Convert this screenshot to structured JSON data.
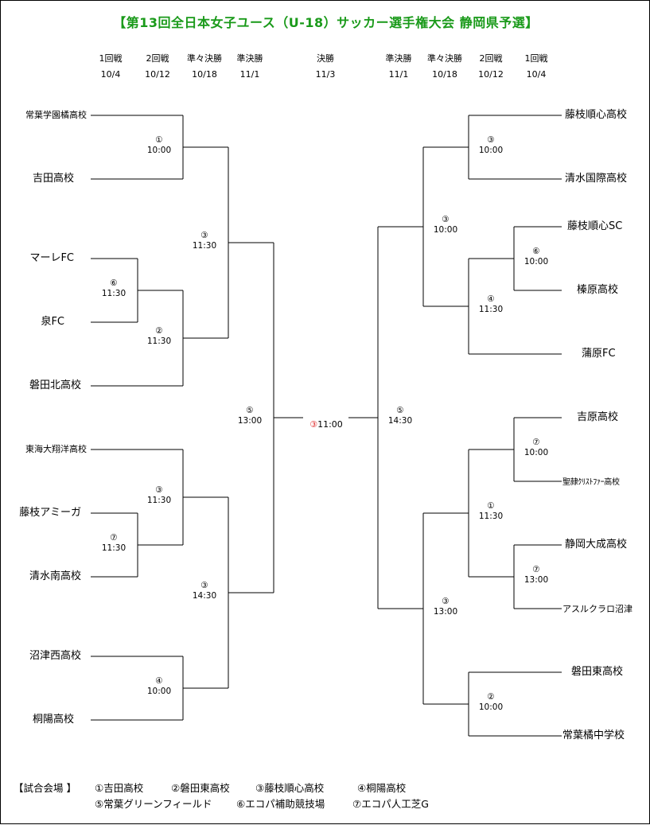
{
  "title": "【第13回全日本女子ユース（U-18）サッカー選手権大会 静岡県予選】",
  "rounds_left": [
    {
      "name": "1回戦",
      "date": "10/4"
    },
    {
      "name": "2回戦",
      "date": "10/12"
    },
    {
      "name": "準々決勝",
      "date": "10/18"
    },
    {
      "name": "準決勝",
      "date": "11/1"
    }
  ],
  "final_round": {
    "name": "決勝",
    "date": "11/3"
  },
  "rounds_right": [
    {
      "name": "準決勝",
      "date": "11/1"
    },
    {
      "name": "準々決勝",
      "date": "10/18"
    },
    {
      "name": "2回戦",
      "date": "10/12"
    },
    {
      "name": "1回戦",
      "date": "10/4"
    }
  ],
  "teams_left": [
    "常葉学園橘高校",
    "吉田高校",
    "マーレFC",
    "泉FC",
    "磐田北高校",
    "東海大翔洋高校",
    "藤枝アミーガ",
    "清水南高校",
    "沼津西高校",
    "桐陽高校"
  ],
  "teams_right": [
    "藤枝順心高校",
    "清水国際高校",
    "藤枝順心SC",
    "榛原高校",
    "蒲原FC",
    "吉原高校",
    "聖隷ｸﾘｽﾄﾌｧｰ高校",
    "静岡大成高校",
    "アスルクラロ沼津",
    "磐田東高校",
    "常葉橘中学校"
  ],
  "matches_left": [
    {
      "venue": "①",
      "time": "10:00"
    },
    {
      "venue": "⑥",
      "time": "11:30"
    },
    {
      "venue": "②",
      "time": "11:30"
    },
    {
      "venue": "③",
      "time": "11:30"
    },
    {
      "venue": "⑦",
      "time": "11:30"
    },
    {
      "venue": "③",
      "time": "11:30"
    },
    {
      "venue": "④",
      "time": "10:00"
    },
    {
      "venue": "③",
      "time": "14:30"
    },
    {
      "venue": "⑤",
      "time": "13:00"
    }
  ],
  "matches_right": [
    {
      "venue": "③",
      "time": "10:00"
    },
    {
      "venue": "⑥",
      "time": "10:00"
    },
    {
      "venue": "④",
      "time": "11:30"
    },
    {
      "venue": "③",
      "time": "10:00"
    },
    {
      "venue": "⑦",
      "time": "10:00"
    },
    {
      "venue": "⑦",
      "time": "13:00"
    },
    {
      "venue": "①",
      "time": "11:30"
    },
    {
      "venue": "②",
      "time": "10:00"
    },
    {
      "venue": "③",
      "time": "13:00"
    },
    {
      "venue": "⑤",
      "time": "14:30"
    }
  ],
  "final_match": {
    "venue": "③",
    "time": "11:00"
  },
  "venues": {
    "label": "【試合会場 】",
    "v1": "①吉田高校",
    "v2": "②磐田東高校",
    "v3": "③藤枝順心高校",
    "v4": "④桐陽高校",
    "v5": "⑤常葉グリーンフィールド",
    "v6": "⑥エコパ補助競技場",
    "v7": "⑦エコパ人工芝G"
  }
}
